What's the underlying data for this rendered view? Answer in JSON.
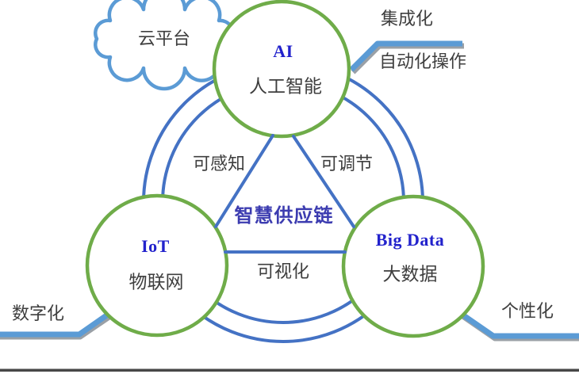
{
  "diagram": {
    "center_label": "智慧供应链",
    "cloud_label": "云平台",
    "nodes": {
      "ai": {
        "title": "AI",
        "subtitle": "人工智能"
      },
      "iot": {
        "title": "IoT",
        "subtitle": "物联网"
      },
      "bigdata": {
        "title": "Big Data",
        "subtitle": "大数据"
      }
    },
    "edges": {
      "perceive": "可感知",
      "adjust": "可调节",
      "visualize": "可视化"
    },
    "callouts": {
      "integration": "集成化",
      "automation": "自动化操作",
      "digitization": "数字化",
      "personalization": "个性化"
    },
    "colors": {
      "node_border": "#6FAC49",
      "connector_blue": "#4472C4",
      "callout_blue": "#5B9BD5",
      "shadow_gray": "#9AA0A6",
      "en_title_text": "#2222CC",
      "center_text": "#3C3CB0",
      "body_text": "#3E3E3E",
      "bottom_rule": "#474747"
    }
  }
}
